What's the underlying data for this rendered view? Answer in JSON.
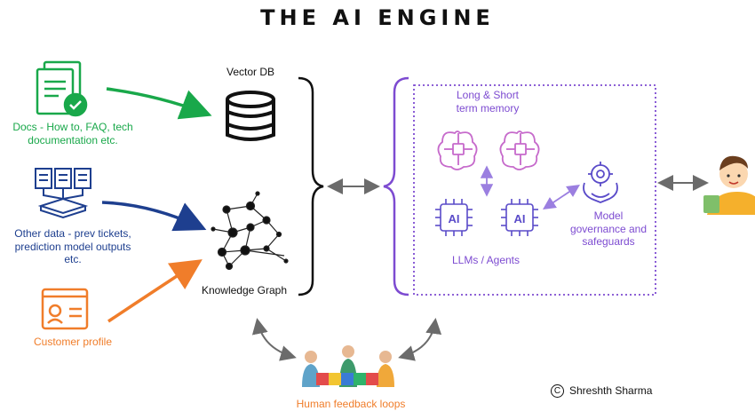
{
  "title": "THE AI ENGINE",
  "sources": {
    "docs": "Docs - How to, FAQ, tech documentation etc.",
    "docs_line1": "Docs - How to, FAQ, tech",
    "docs_line2": "documentation etc.",
    "other_line1": "Other data - prev tickets,",
    "other_line2": "prediction model outputs",
    "other_line3": "etc.",
    "customer": "Customer profile"
  },
  "stores": {
    "vector_db": "Vector DB",
    "knowledge_graph": "Knowledge Graph"
  },
  "engine": {
    "memory_line1": "Long & Short",
    "memory_line2": "term memory",
    "llm_label": "LLMs / Agents",
    "ai_chip_text": "AI",
    "governance_line1": "Model",
    "governance_line2": "governance and",
    "governance_line3": "safeguards"
  },
  "feedback": "Human feedback loops",
  "credit": "Shreshth Sharma",
  "credit_symbol": "C",
  "colors": {
    "green": "#19a84a",
    "blue": "#1e3f8f",
    "orange": "#f07d2a",
    "purple": "#7d4bd1",
    "gray": "#6b6b6b"
  },
  "icons": [
    "document-check-icon",
    "data-network-icon",
    "profile-card-icon",
    "database-icon",
    "knowledge-graph-icon",
    "brain-icon",
    "ai-chip-icon",
    "gear-shield-icon",
    "user-avatar-icon",
    "team-puzzle-icon"
  ]
}
